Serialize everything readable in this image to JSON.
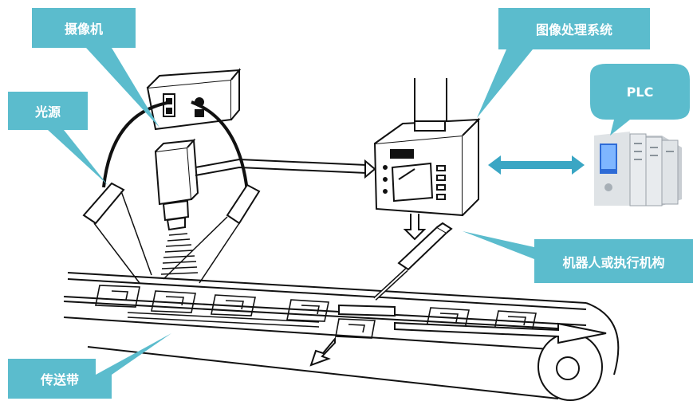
{
  "labels": {
    "camera": "摄像机",
    "light_source": "光源",
    "image_processing_system": "图像处理系统",
    "plc": "PLC",
    "robot_or_actuator": "机器人或执行机构",
    "conveyor_belt": "传送带"
  },
  "colors": {
    "callout_fill": "#5bbccd",
    "arrow": "#3aa6c4",
    "line": "#111111",
    "plc_body": "#d9dcdf",
    "plc_screen": "#2e6bd6"
  },
  "icons": [
    "camera-icon",
    "light-source-icon",
    "image-processor-icon",
    "plc-icon",
    "robot-arm-icon",
    "conveyor-belt-icon"
  ]
}
